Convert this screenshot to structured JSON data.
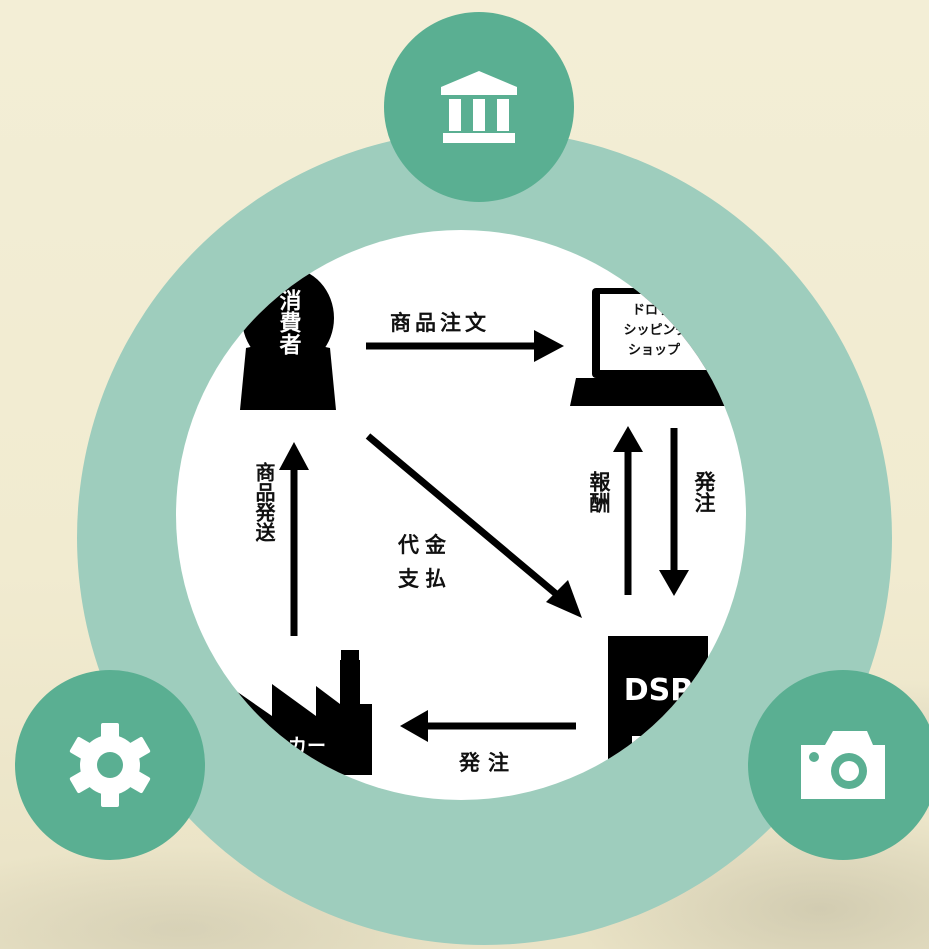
{
  "nodes": {
    "top_icon": "bank-icon",
    "left_icon": "gear-icon",
    "right_icon": "camera-icon"
  },
  "colors": {
    "ring": "#9ecdbd",
    "node": "#5aaf92",
    "background": "#f2edd3"
  },
  "diagram": {
    "consumer": "消費者",
    "shop_line1": "ドロップ",
    "shop_line2": "シッピング",
    "shop_line3": "ショップ",
    "dsp": "DSP",
    "maker": "メーカー",
    "order_product": "商品注文",
    "reward": "報酬",
    "order_right": "発注",
    "payment_line1": "代金",
    "payment_line2": "支払",
    "ship_product": "商品発送",
    "order_bottom": "発注"
  }
}
